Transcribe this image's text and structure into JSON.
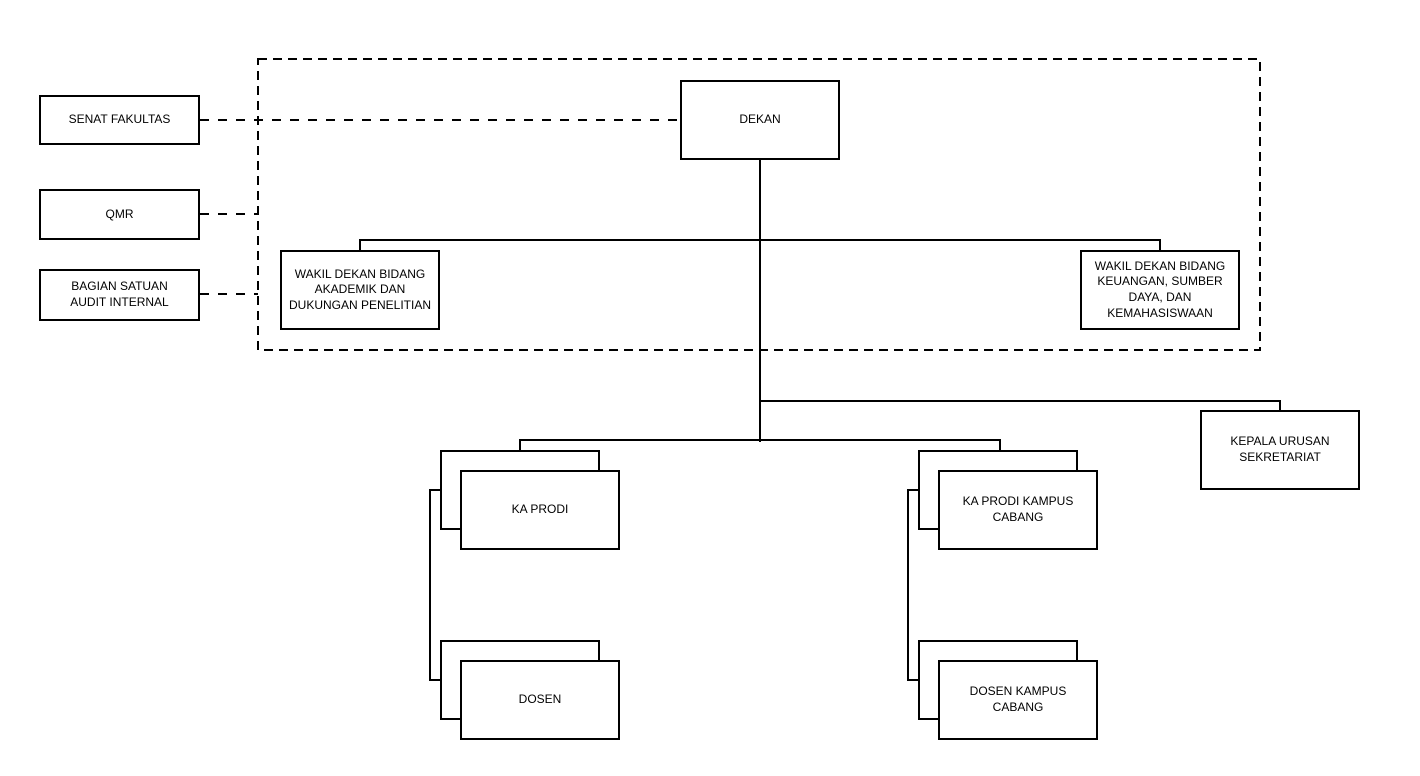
{
  "diagram": {
    "type": "org-chart",
    "nodes": {
      "senat_fakultas": {
        "label": "SENAT FAKULTAS"
      },
      "qmr": {
        "label": "QMR"
      },
      "bagian_audit": {
        "label": "BAGIAN SATUAN\nAUDIT INTERNAL"
      },
      "dekan": {
        "label": "DEKAN"
      },
      "wakil_akademik": {
        "label": "WAKIL DEKAN BIDANG\nAKADEMIK DAN\nDUKUNGAN PENELITIAN"
      },
      "wakil_keuangan": {
        "label": "WAKIL DEKAN BIDANG\nKEUANGAN, SUMBER\nDAYA, DAN\nKEMAHASISWAAN"
      },
      "kepala_sekretariat": {
        "label": "KEPALA URUSAN\nSEKRETARIAT"
      },
      "ka_prodi": {
        "label": "KA PRODI"
      },
      "dosen": {
        "label": "DOSEN"
      },
      "ka_prodi_cabang": {
        "label": "KA PRODI KAMPUS\nCABANG"
      },
      "dosen_cabang": {
        "label": "DOSEN KAMPUS\nCABANG"
      }
    },
    "edges": {
      "dashed": [
        "SENAT FAKULTAS - DEKAN",
        "QMR - dashed group boundary",
        "BAGIAN SATUAN AUDIT INTERNAL - dashed group boundary"
      ],
      "solid": [
        "DEKAN - WAKIL DEKAN BIDANG AKADEMIK DAN DUKUNGAN PENELITIAN",
        "DEKAN - WAKIL DEKAN BIDANG KEUANGAN, SUMBER DAYA, DAN KEMAHASISWAAN",
        "DEKAN - KEPALA URUSAN SEKRETARIAT",
        "DEKAN - KA PRODI",
        "DEKAN - KA PRODI KAMPUS CABANG",
        "KA PRODI - DOSEN",
        "KA PRODI KAMPUS CABANG - DOSEN KAMPUS CABANG"
      ]
    },
    "colors": {
      "background": "#ffffff",
      "box_fill": "#ffffff",
      "box_border": "#000000",
      "line": "#000000",
      "text": "#000000"
    }
  }
}
